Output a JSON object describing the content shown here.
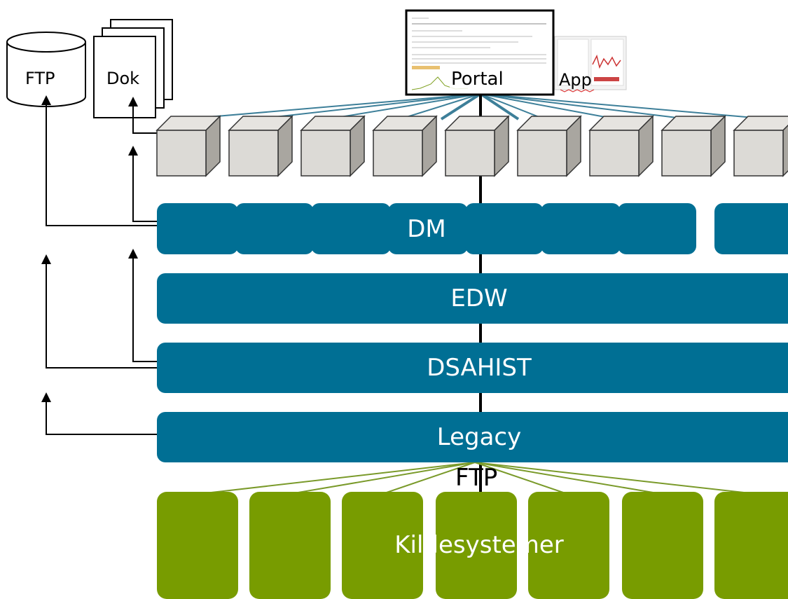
{
  "labels": {
    "ftp_storage": "FTP",
    "dok": "Dok",
    "portal": "Portal",
    "app": "App",
    "dm": "DM",
    "edw": "EDW",
    "dsahist": "DSAHIST",
    "legacy": "Legacy",
    "ftp_transfer": "FTP",
    "kildesystemer": "Kildesystemer"
  },
  "colors": {
    "layer_blue": "#006f94",
    "source_green": "#789c00",
    "cube_face": "#dcdad6",
    "cube_side": "#a9a6a0",
    "portal_link": "#3d7f99",
    "source_link": "#7a9a2a"
  },
  "counts": {
    "cubes": 9,
    "dm_segments": 7,
    "source_systems": 7
  }
}
